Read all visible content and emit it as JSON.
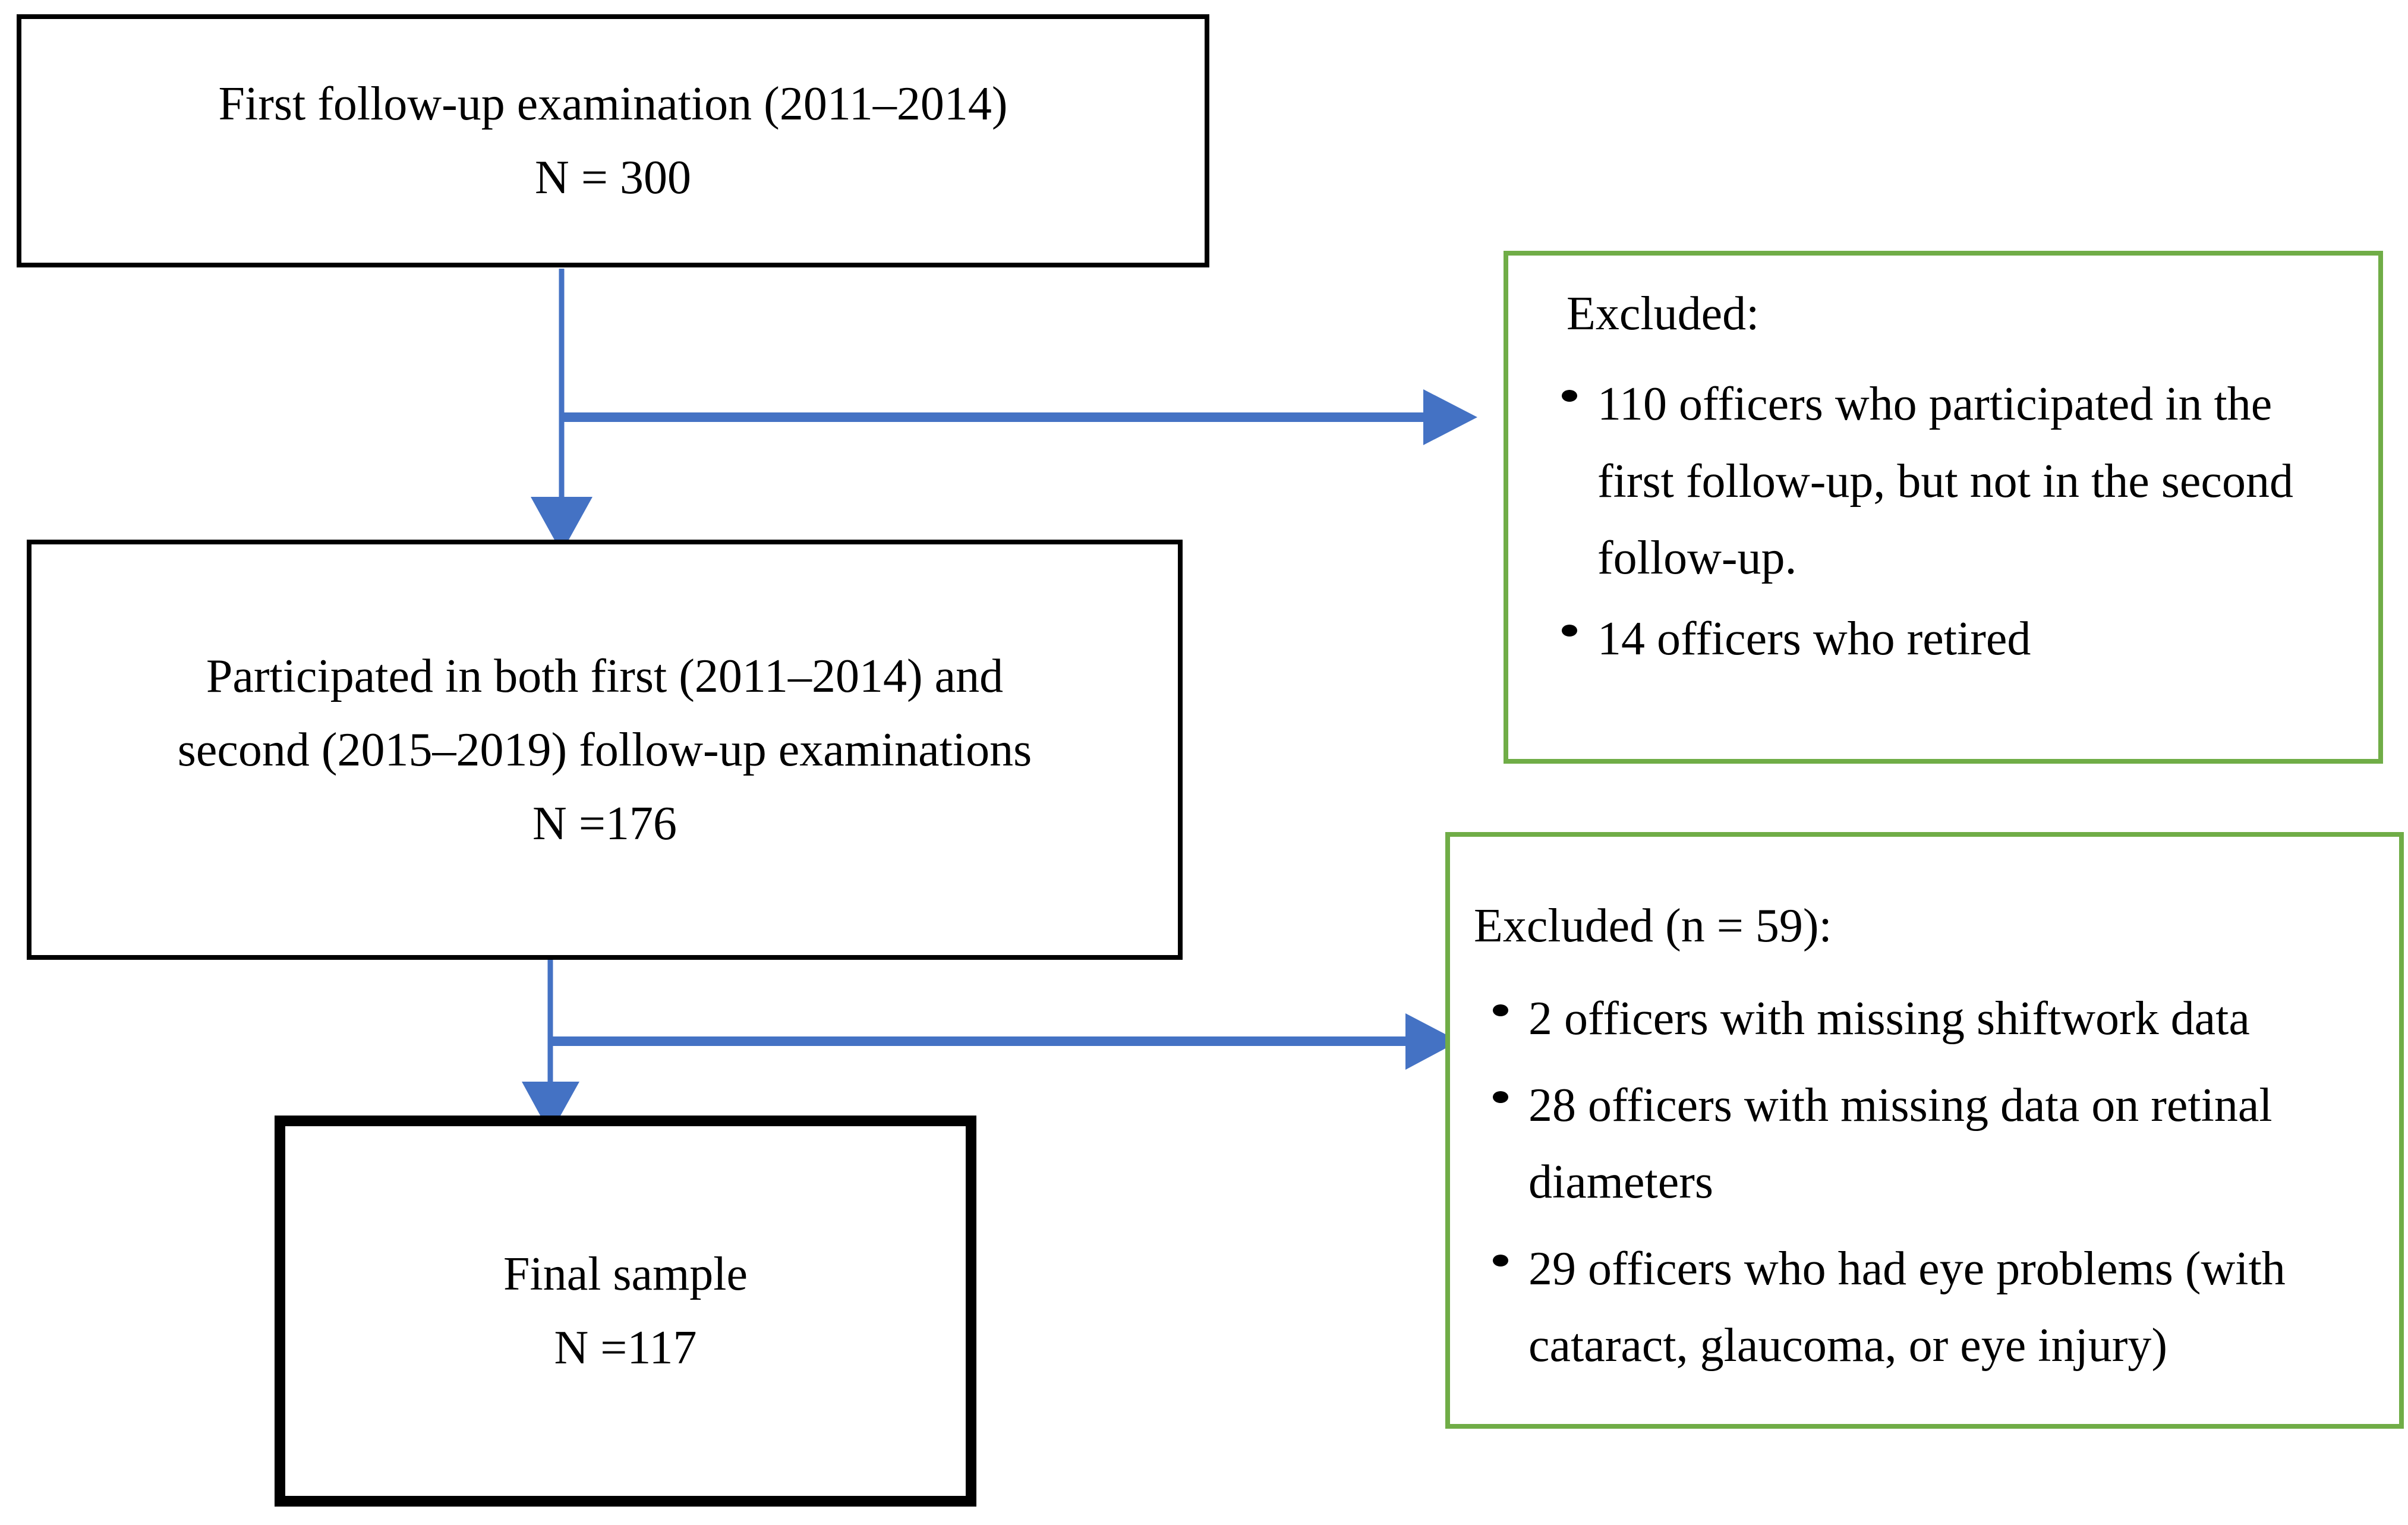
{
  "colors": {
    "arrow_blue": "#4472C4",
    "exclusion_border_green": "#70AD47",
    "node_border_black": "#000000",
    "background": "#FFFFFF"
  },
  "flow": {
    "type": "participant-flow-diagram",
    "nodes": [
      {
        "id": "first-follow-up",
        "lines": [
          "First follow-up examination (2011–2014)",
          "N = 300"
        ],
        "title": "First follow-up examination (2011–2014)",
        "n_label": "N = 300",
        "n_value": 300,
        "period": "2011–2014",
        "border": "thin-black"
      },
      {
        "id": "both-follow-ups",
        "lines": [
          "Participated in both first (2011–2014) and",
          "second (2015–2019) follow-up examinations",
          "N =176"
        ],
        "n_label": "N =176",
        "n_value": 176,
        "border": "thin-black"
      },
      {
        "id": "final-sample",
        "lines": [
          "Final sample",
          "N =117"
        ],
        "title": "Final sample",
        "n_label": "N =117",
        "n_value": 117,
        "border": "thick-black"
      }
    ],
    "exclusions": [
      {
        "id": "exclusion-1",
        "heading": "Excluded:",
        "items": [
          "110 officers who participated in the first follow-up, but not in the second follow-up.",
          "14 officers who retired"
        ],
        "counts": [
          110,
          14
        ]
      },
      {
        "id": "exclusion-2",
        "heading": "Excluded (n = 59):",
        "total": 59,
        "items": [
          "2 officers with missing shiftwork data",
          "28 officers with missing data on retinal diameters",
          "29 officers who had eye problems (with cataract, glaucoma, or eye injury)"
        ],
        "counts": [
          2,
          28,
          29
        ]
      }
    ],
    "connectors": [
      {
        "id": "arrow-first-to-both",
        "from": "first-follow-up",
        "to": "both-follow-ups",
        "direction": "down"
      },
      {
        "id": "arrow-first-to-exclusion-1",
        "from": "first-follow-up",
        "to": "exclusion-1",
        "direction": "right"
      },
      {
        "id": "arrow-both-to-final",
        "from": "both-follow-ups",
        "to": "final-sample",
        "direction": "down"
      },
      {
        "id": "arrow-both-to-exclusion-2",
        "from": "both-follow-ups",
        "to": "exclusion-2",
        "direction": "right"
      }
    ]
  }
}
